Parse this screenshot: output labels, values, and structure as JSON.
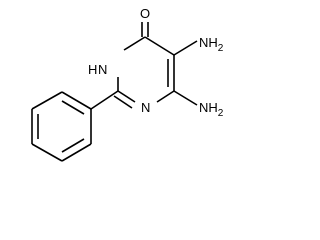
{
  "molecule": {
    "atoms": {
      "oxygen": "O",
      "nh_ring": "N",
      "nh_ring_h": "H",
      "n_ring": "N",
      "nh2_top_n": "NH",
      "nh2_top_sub": "2",
      "nh2_bottom_n": "NH",
      "nh2_bottom_sub": "2"
    }
  }
}
